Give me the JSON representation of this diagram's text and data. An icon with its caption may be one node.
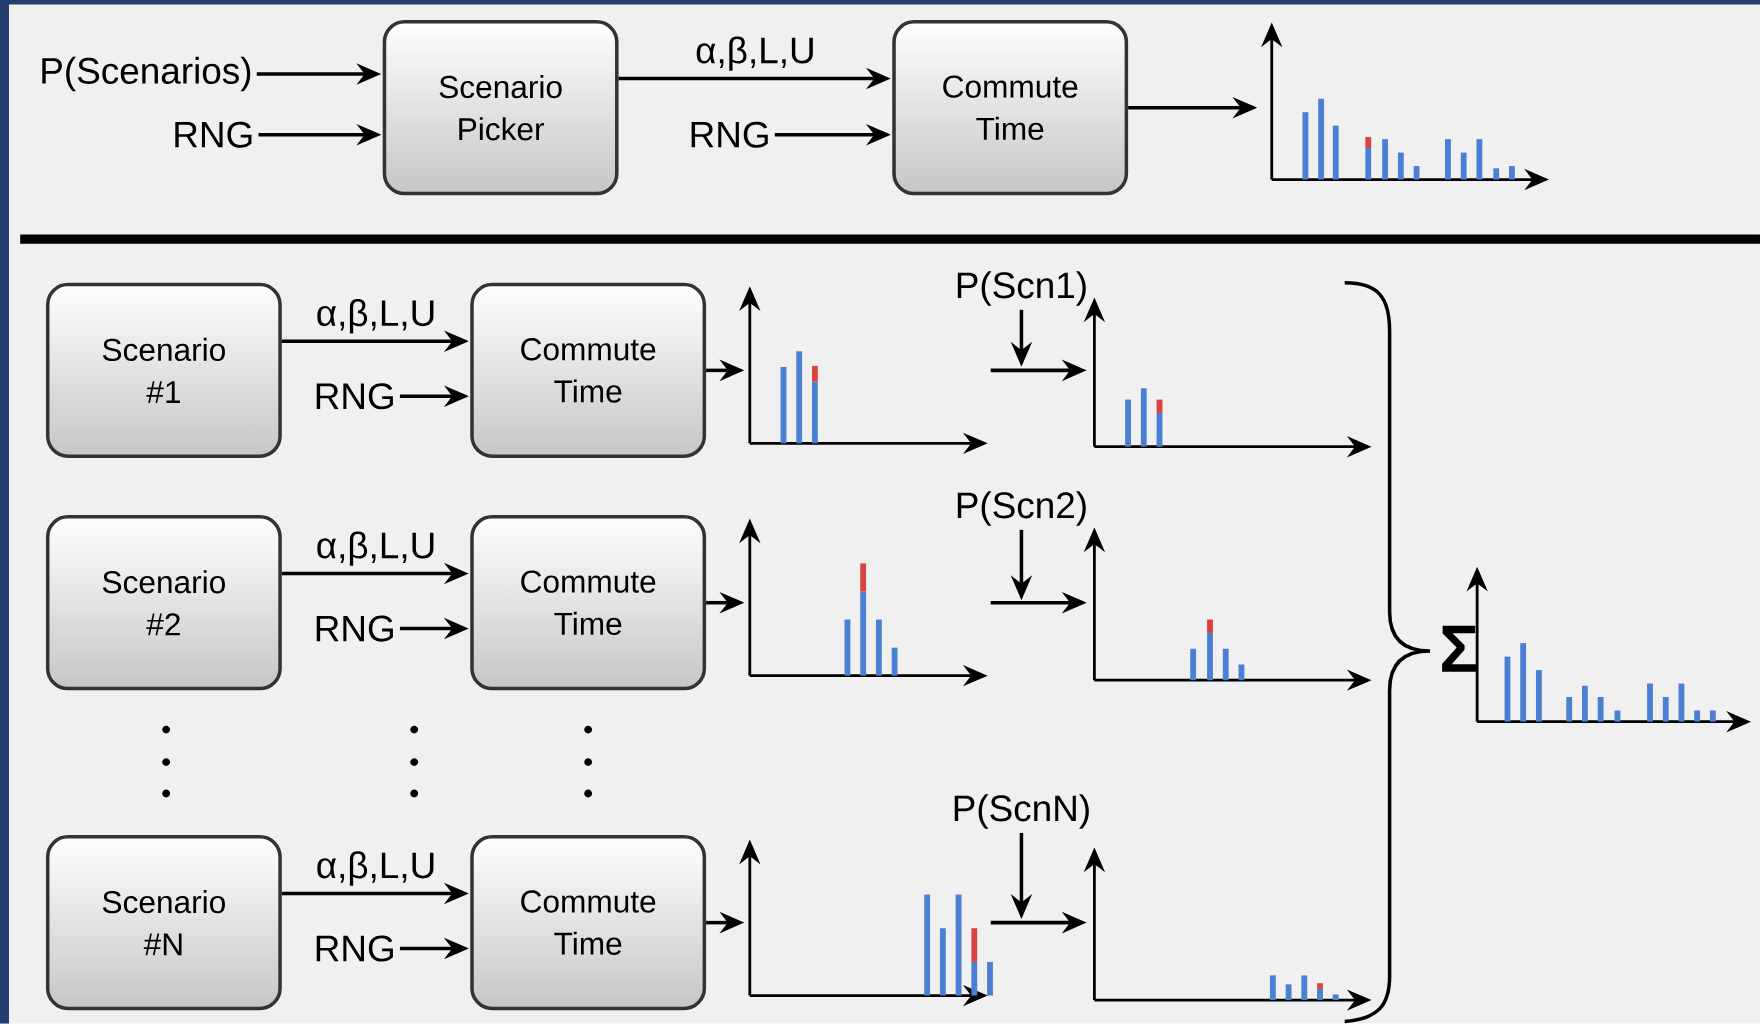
{
  "diagram": {
    "nodes": [
      {
        "text": [
          "P(Scenarios)"
        ]
      },
      {
        "text": [
          "RNG"
        ]
      },
      {
        "text": [
          "Scenario Picker"
        ]
      },
      {
        "text": [
          "RNG"
        ]
      },
      {
        "text": [
          "Commute Time"
        ]
      },
      {
        "text": [],
        "shape": "picture"
      },
      {
        "text": [
          "Scenario #1"
        ]
      },
      {
        "text": [
          "RNG"
        ]
      },
      {
        "text": [
          "Commute Time"
        ]
      },
      {
        "text": [],
        "shape": "picture"
      },
      {
        "text": [
          "P(Scn1)"
        ]
      },
      {
        "text": [],
        "shape": "picture"
      },
      {
        "text": [
          "Scenario #2"
        ]
      },
      {
        "text": [
          "RNG"
        ]
      },
      {
        "text": [
          "Commute Time"
        ]
      },
      {
        "text": [],
        "shape": "picture"
      },
      {
        "text": [
          "P(Scn2)"
        ]
      },
      {
        "text": [],
        "shape": "picture"
      },
      {
        "text": [
          "Scenario #N"
        ]
      },
      {
        "text": [
          "RNG"
        ]
      },
      {
        "text": [
          "Commute Time"
        ]
      },
      {
        "text": [],
        "shape": "picture"
      },
      {
        "text": [
          "P(ScnN)"
        ]
      },
      {
        "text": [],
        "shape": "picture"
      },
      {
        "text": [],
        "shape": "picture"
      }
    ],
    "edges": [
      {
        "from": 0,
        "to": 2,
        "arrow": "to"
      },
      {
        "from": 1,
        "to": 2,
        "arrow": "to"
      },
      {
        "from": 2,
        "to": 4,
        "arrow": "to",
        "label": "α,β,L,U"
      },
      {
        "from": 3,
        "to": 4,
        "arrow": "to"
      },
      {
        "from": 4,
        "to": 5,
        "arrow": "to"
      },
      {
        "from": 6,
        "to": 8,
        "arrow": "to",
        "label": "α,β,L,U"
      },
      {
        "from": 7,
        "to": 8,
        "arrow": "to"
      },
      {
        "from": 8,
        "to": 9,
        "arrow": "to"
      },
      {
        "from": 9,
        "to": 11,
        "arrow": "to"
      },
      {
        "from": 10,
        "to": null,
        "arrow": "to"
      },
      {
        "from": 12,
        "to": 14,
        "arrow": "to",
        "label": "α,β,L,U"
      },
      {
        "from": 13,
        "to": 14,
        "arrow": "to"
      },
      {
        "from": 14,
        "to": 15,
        "arrow": "to"
      },
      {
        "from": 15,
        "to": 17,
        "arrow": "to"
      },
      {
        "from": 16,
        "to": null,
        "arrow": "to"
      },
      {
        "from": 18,
        "to": 20,
        "arrow": "to",
        "label": "α,β,L,U"
      },
      {
        "from": 19,
        "to": 20,
        "arrow": "to"
      },
      {
        "from": 20,
        "to": 21,
        "arrow": "to"
      },
      {
        "from": 21,
        "to": 23,
        "arrow": "to"
      },
      {
        "from": 22,
        "to": null,
        "arrow": "to"
      }
    ],
    "labels": [
      "Σ"
    ]
  }
}
